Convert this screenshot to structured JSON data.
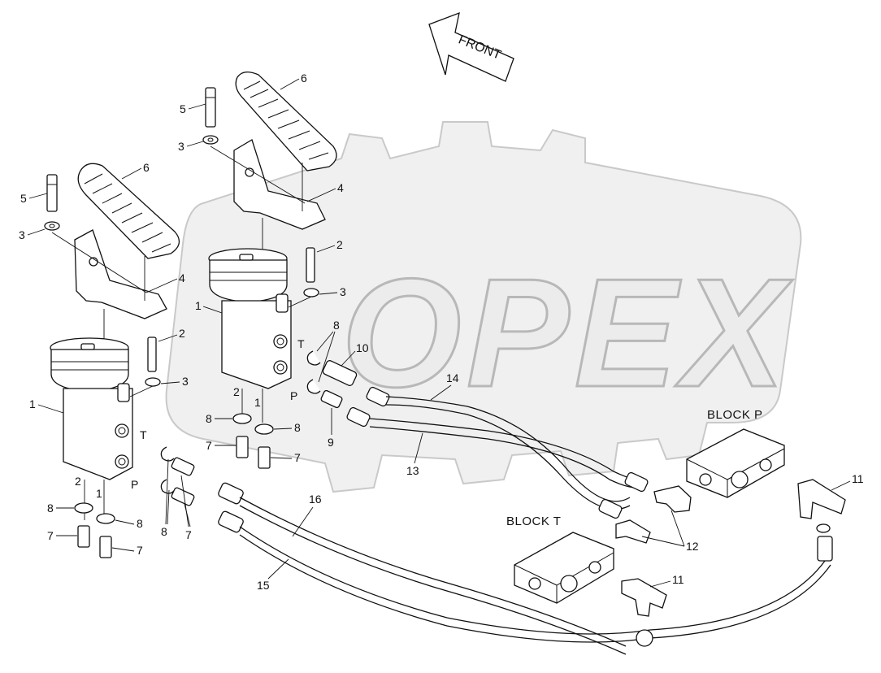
{
  "diagram": {
    "watermark_text": "OPEX",
    "direction_arrow": {
      "label": "FRONT"
    },
    "blocks": [
      {
        "id": "block-p",
        "label": "BLOCK P"
      },
      {
        "id": "block-t",
        "label": "BLOCK T"
      }
    ],
    "port_labels": {
      "t": "T",
      "p": "P"
    },
    "callouts": {
      "pedal_right": "6",
      "pedal_left": "6",
      "screw_right": "5",
      "screw_left": "5",
      "washer_right": "3",
      "washer_left": "3",
      "bracket_right": "4",
      "bracket_left": "4",
      "bolt_right": "2",
      "bolt_left": "2",
      "washer2_right": "3",
      "washer2_left": "3",
      "valve_right": "1",
      "valve_left": "1",
      "port1_right": "1",
      "port2_right": "2",
      "port1_left": "1",
      "port2_left": "2",
      "oring_upper_a": "8",
      "oring_upper_b": "8",
      "oring_right_a": "8",
      "oring_right_b": "8",
      "oring_left_a": "8",
      "oring_left_b": "8",
      "oring_mid": "8",
      "fitting_right_a": "7",
      "fitting_right_b": "7",
      "fitting_left_a": "7",
      "fitting_left_b": "7",
      "fitting_mid": "7",
      "adapter_9": "9",
      "adapter_10": "10",
      "elbow_upper": "11",
      "elbow_lower": "11",
      "tee_12": "12",
      "hose_13": "13",
      "hose_14": "14",
      "hose_15": "15",
      "hose_16": "16"
    }
  }
}
